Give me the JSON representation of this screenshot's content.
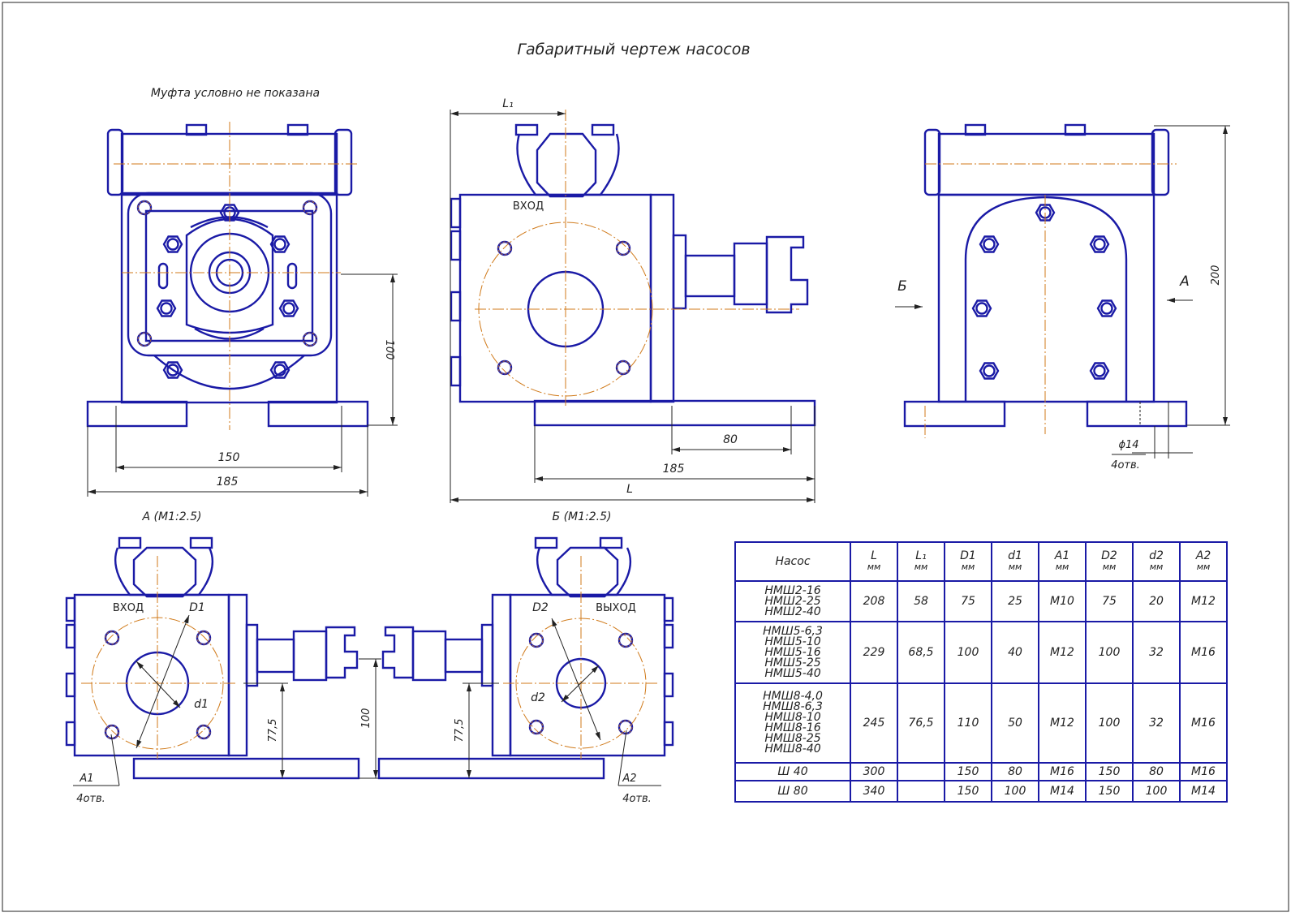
{
  "title": "Габаритный чертеж насосов",
  "note": "Муфта условно не показана",
  "views": {
    "view_a": "А (М1:2.5)",
    "view_b": "Б (М1:2.5)"
  },
  "labels": {
    "inlet": "ВХОД",
    "outlet": "ВЫХОД",
    "D1": "D1",
    "d1": "d1",
    "D2": "D2",
    "d2": "d2",
    "A1": "A1",
    "A2": "A2",
    "holes": "4отв.",
    "arrow_b": "Б",
    "arrow_a": "А",
    "L1": "L₁",
    "L": "L"
  },
  "dimensions": {
    "front_100": "100",
    "front_150": "150",
    "front_185": "185",
    "side_80": "80",
    "side_185": "185",
    "rear_200": "200",
    "rear_hole": "ϕ14",
    "a_height": "77,5",
    "mid_100": "100",
    "b_height": "77,5"
  },
  "table": {
    "headers": [
      {
        "name": "Насос",
        "unit": ""
      },
      {
        "name": "L",
        "unit": "мм"
      },
      {
        "name": "L₁",
        "unit": "мм"
      },
      {
        "name": "D1",
        "unit": "мм"
      },
      {
        "name": "d1",
        "unit": "мм"
      },
      {
        "name": "A1",
        "unit": "мм"
      },
      {
        "name": "D2",
        "unit": "мм"
      },
      {
        "name": "d2",
        "unit": "мм"
      },
      {
        "name": "A2",
        "unit": "мм"
      }
    ],
    "rows": [
      {
        "pump": "НМШ2-16\nНМШ2-25\nНМШ2-40",
        "L": "208",
        "L1": "58",
        "D1": "75",
        "d1": "25",
        "A1": "M10",
        "D2": "75",
        "d2": "20",
        "A2": "M12"
      },
      {
        "pump": "НМШ5-6,3\nНМШ5-10\nНМШ5-16\nНМШ5-25\nНМШ5-40",
        "L": "229",
        "L1": "68,5",
        "D1": "100",
        "d1": "40",
        "A1": "M12",
        "D2": "100",
        "d2": "32",
        "A2": "M16"
      },
      {
        "pump": "НМШ8-4,0\nНМШ8-6,3\nНМШ8-10\nНМШ8-16\nНМШ8-25\nНМШ8-40",
        "L": "245",
        "L1": "76,5",
        "D1": "110",
        "d1": "50",
        "A1": "M12",
        "D2": "100",
        "d2": "32",
        "A2": "M16"
      },
      {
        "pump": "Ш 40",
        "L": "300",
        "L1": "",
        "D1": "150",
        "d1": "80",
        "A1": "M16",
        "D2": "150",
        "d2": "80",
        "A2": "M16"
      },
      {
        "pump": "Ш 80",
        "L": "340",
        "L1": "",
        "D1": "150",
        "d1": "100",
        "A1": "M14",
        "D2": "150",
        "d2": "100",
        "A2": "M14"
      }
    ]
  }
}
